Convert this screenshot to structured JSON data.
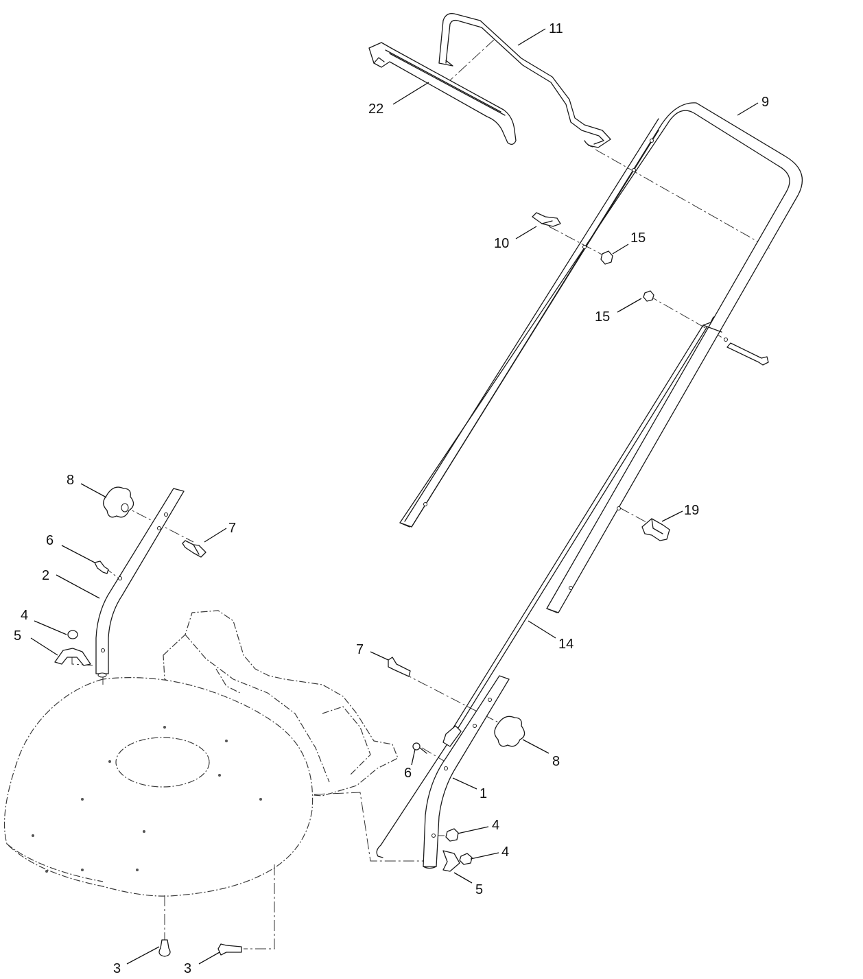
{
  "diagram": {
    "callouts": [
      "11",
      "22",
      "9",
      "10",
      "15",
      "15",
      "19",
      "14",
      "8",
      "7",
      "6",
      "2",
      "4",
      "5",
      "7",
      "8",
      "6",
      "1",
      "4",
      "4",
      "5",
      "3",
      "3"
    ]
  }
}
